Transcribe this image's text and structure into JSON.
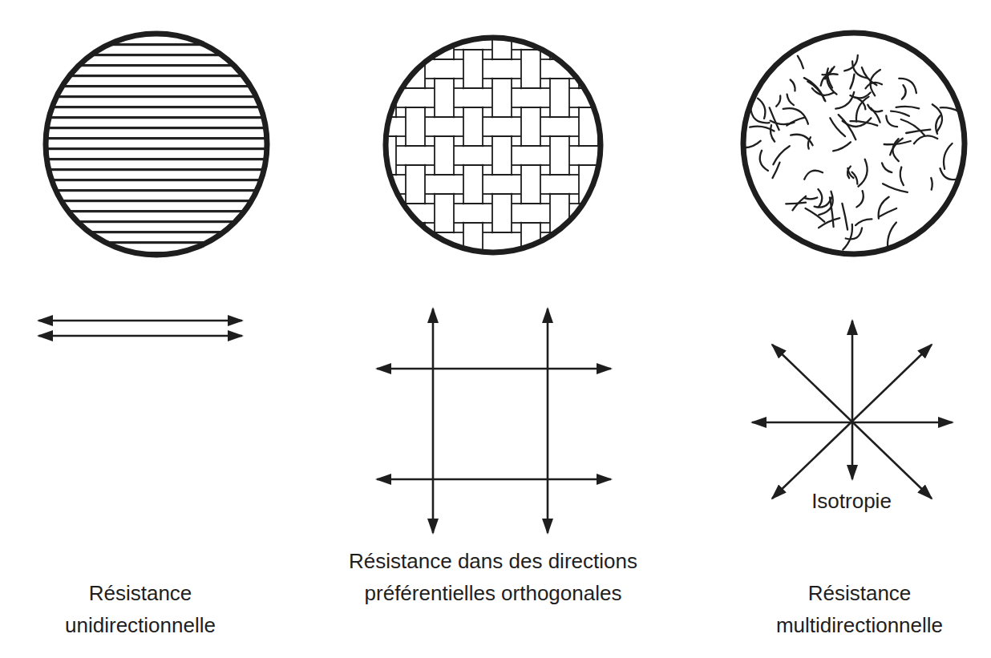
{
  "diagram": {
    "labels": [
      "Résistance unidirectionnelle",
      "Résistance dans des directions préférentielles orthogonales",
      "Isotropie",
      "Résistance multidirectionnelle"
    ]
  }
}
